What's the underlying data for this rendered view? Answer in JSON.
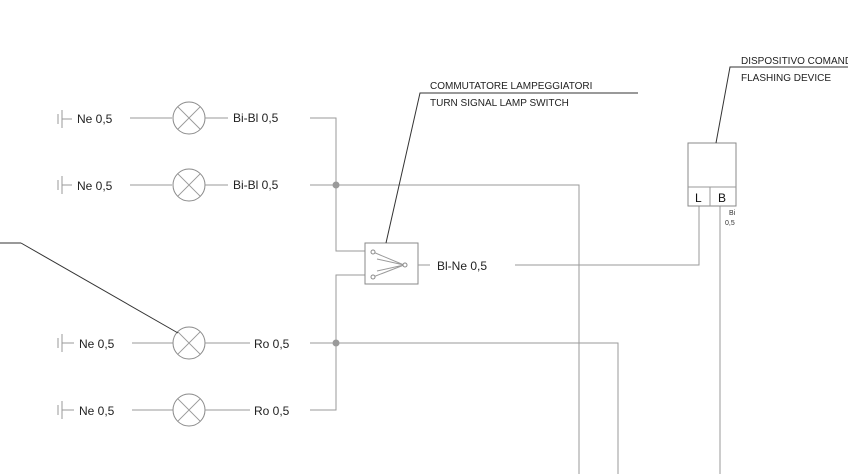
{
  "lamps": [
    {
      "ground_label": "Ne 0,5",
      "wire_label": "Bi-Bl 0,5"
    },
    {
      "ground_label": "Ne 0,5",
      "wire_label": "Bi-Bl 0,5"
    },
    {
      "ground_label": "Ne 0,5",
      "wire_label": "Ro 0,5"
    },
    {
      "ground_label": "Ne 0,5",
      "wire_label": "Ro 0,5"
    }
  ],
  "switch": {
    "label_it": "COMMUTATORE LAMPEGGIATORI",
    "label_en": "TURN SIGNAL LAMP SWITCH",
    "output_label": "Bl-Ne 0,5"
  },
  "flasher": {
    "label_it": "DISPOSITIVO COMANDO",
    "label_en": "FLASHING DEVICE",
    "pin_l": "L",
    "pin_b": "B",
    "wire_b_line1": "Bi",
    "wire_b_line2": "0,5"
  }
}
